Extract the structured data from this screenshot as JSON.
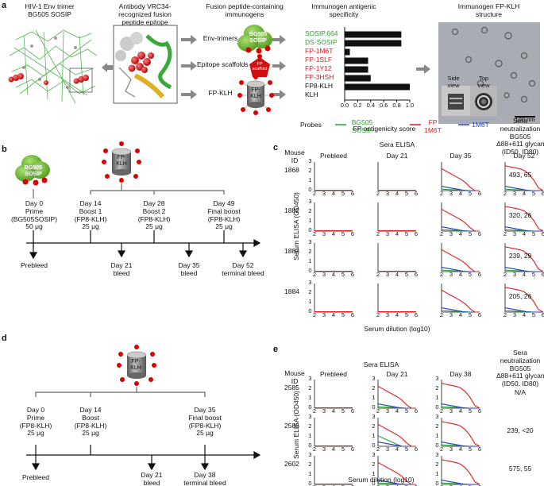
{
  "panel_letters": [
    "a",
    "b",
    "c",
    "d",
    "e"
  ],
  "panel_a": {
    "col1_title": "HIV-1 Env trimer\nBG505 SOSIP",
    "col2_title": "Antibody VRC34-\nrecognized fusion\npeptide epitope",
    "col3_title": "Fusion peptide-containing\nimmunogens",
    "col4_title": "Immunogen antigenic\nspecificity",
    "col5_title": "Immunogen FP-KLH\nstructure",
    "immunogens": [
      "Env-trimers",
      "Epitope scaffolds",
      "FP-KLH"
    ],
    "icon_bg505": "BG505\nSOSIP",
    "icon_scaffold": "FP\nscaffold",
    "icon_klh": "FP-\nKLH",
    "side_view": "Side\nview",
    "top_view": "Top\nview",
    "scale_bar": "100 nm"
  },
  "antigen_chart": {
    "xlabel": "FP antigenicity score",
    "ticks": [
      "0.0",
      "0.2",
      "0.4",
      "0.6",
      "0.8",
      "1.0"
    ]
  },
  "chart_data": {
    "type": "bar",
    "orientation": "horizontal",
    "categories": [
      "SOSIP.664",
      "DS-SOSIP",
      "FP-1M6T",
      "FP-1SLF",
      "FP-1Y12",
      "FP-3HSH",
      "FP8-KLH",
      "KLH"
    ],
    "category_colors": [
      "#2ca02c",
      "#2ca02c",
      "#e41a1c",
      "#e41a1c",
      "#e41a1c",
      "#e41a1c",
      "#111111",
      "#111111"
    ],
    "values": [
      0.87,
      0.87,
      0.08,
      0.36,
      0.36,
      0.4,
      1.0,
      0.0
    ],
    "xlabel": "FP antigenicity score",
    "xlim": [
      0,
      1.0
    ]
  },
  "panel_b": {
    "trimer_label": "BG505\nSOSIP",
    "klh_label": "FP-\nKLH",
    "events_top": [
      {
        "text": "Day 0\nPrime\n(BG505SOSIP)\n50 μg"
      },
      {
        "text": "Day 14\nBoost 1\n(FP8-KLH)\n25 μg"
      },
      {
        "text": "Day 28\nBoost 2\n(FP8-KLH)\n25 μg"
      },
      {
        "text": "Day 49\nFinal boost\n(FP8-KLH)\n25 μg"
      }
    ],
    "events_bottom": [
      "Prebleed",
      "Day 21\nbleed",
      "Day 35\nbleed",
      "Day 52\nterminal bleed"
    ]
  },
  "panel_c": {
    "probes_label": "Probes",
    "legend": [
      {
        "name": "BG505\nSOSIP",
        "color": "#2ca02c"
      },
      {
        "name": "FP\n1M6T",
        "color": "#e41a1c"
      },
      {
        "name": "1M6T",
        "color": "#1f3fbf"
      }
    ],
    "sera_elisa": "Sera ELISA",
    "mouse_id": "Mouse\nID",
    "columns": [
      "Prebleed",
      "Day 21",
      "Day 35",
      "Day 52"
    ],
    "neut_header": "Sera\nneutralization\nBG505\nΔ88+611 glycan\n(ID50, ID80)",
    "rows": [
      {
        "mouse": "1868",
        "neut": "493, 65"
      },
      {
        "mouse": "1882",
        "neut": "320, 26"
      },
      {
        "mouse": "1883",
        "neut": "239, 29"
      },
      {
        "mouse": "1884",
        "neut": "205, 26"
      }
    ],
    "ylabel": "Serum ELISA (OD450)",
    "xlabel": "Serum dilution (log10)",
    "yticks": [
      "0",
      "1",
      "2",
      "3"
    ],
    "xticks": [
      "2",
      "3",
      "4",
      "5",
      "6"
    ]
  },
  "panel_d": {
    "klh_label": "FP-\nKLH",
    "events_top": [
      {
        "text": "Day 0\nPrime\n(FP8-KLH)\n25 μg"
      },
      {
        "text": "Day 14\nBoost\n(FP8-KLH)\n25 μg"
      },
      {
        "text": "Day 35\nFinal boost\n(FP8-KLH)\n25 μg"
      }
    ],
    "events_bottom": [
      "Prebleed",
      "Day 21\nbleed",
      "Day 38\nterminal bleed"
    ]
  },
  "panel_e": {
    "sera_elisa": "Sera ELISA",
    "mouse_id": "Mouse\nID",
    "columns": [
      "Prebleed",
      "Day 21",
      "Day 38"
    ],
    "neut_header": "Sera\nneutralization\nBG505\nΔ88+611 glycan\n(ID50, ID80)",
    "rows": [
      {
        "mouse": "2585",
        "neut": "N/A"
      },
      {
        "mouse": "2586",
        "neut": "239, <20"
      },
      {
        "mouse": "2602",
        "neut": "575, 55"
      }
    ],
    "ylabel": "Serum ELISA (OD450)",
    "xlabel": "Serum dilution (log10)",
    "yticks": [
      "0",
      "1",
      "2",
      "3"
    ],
    "xticks": [
      "2",
      "3",
      "4",
      "5",
      "6"
    ]
  }
}
